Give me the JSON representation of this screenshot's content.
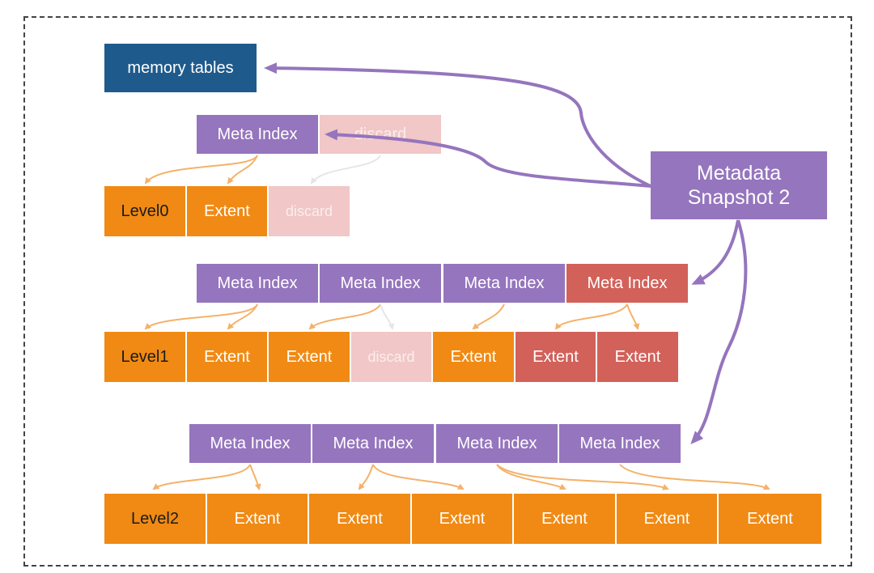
{
  "memory_tables": "memory tables",
  "snapshot": {
    "line1": "Metadata",
    "line2": "Snapshot 2"
  },
  "level0": {
    "label": "Level0",
    "meta": [
      "Meta Index",
      "discard"
    ],
    "extents": [
      "Extent",
      "discard"
    ]
  },
  "level1": {
    "label": "Level1",
    "meta": [
      "Meta Index",
      "Meta Index",
      "Meta Index",
      "Meta Index"
    ],
    "extents": [
      "Extent",
      "Extent",
      "discard",
      "Extent",
      "Extent",
      "Extent"
    ]
  },
  "level2": {
    "label": "Level2",
    "meta": [
      "Meta Index",
      "Meta Index",
      "Meta Index",
      "Meta Index"
    ],
    "extents": [
      "Extent",
      "Extent",
      "Extent",
      "Extent",
      "Extent",
      "Extent"
    ]
  },
  "colors": {
    "memory": "#1f5a8c",
    "meta": "#9575bd",
    "extent": "#f08a14",
    "new_red": "#d2615a",
    "discard": "#f1c7c7",
    "orange_arrow": "#f4b26a",
    "purple_arrow": "#9575bd"
  }
}
